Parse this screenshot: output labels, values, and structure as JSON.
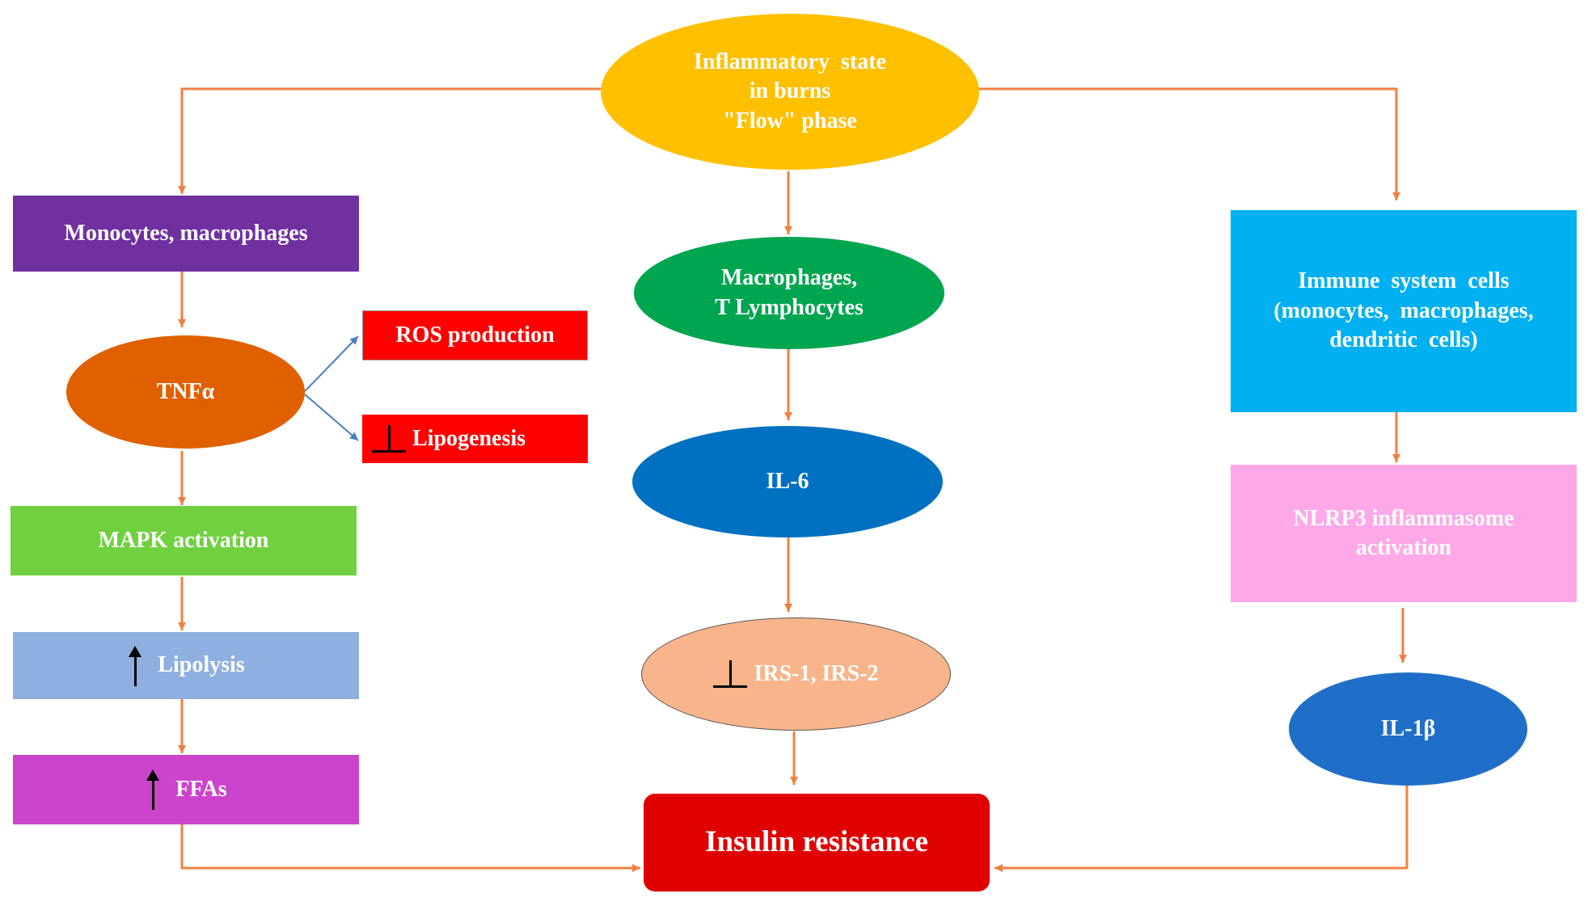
{
  "nodes": {
    "inflammatory_state": {
      "lines": [
        "Inflammatory  state",
        "in burns",
        "\"Flow\" phase"
      ],
      "color": "#FFC000"
    },
    "monocytes_macrophages": {
      "label": "Monocytes, macrophages",
      "color": "#7030A0"
    },
    "tnf_alpha": {
      "label": "TNFα",
      "color": "#E06000"
    },
    "ros_production": {
      "label": "ROS production",
      "color": "#FF0000"
    },
    "lipogenesis": {
      "label": "Lipogenesis",
      "symbol": "inhibition",
      "color": "#FF0000"
    },
    "mapk_activation": {
      "label": "MAPK activation",
      "color": "#70D040"
    },
    "lipolysis": {
      "label": "Lipolysis",
      "symbol": "increase",
      "color": "#8EB0E0"
    },
    "ffas": {
      "label": "FFAs",
      "symbol": "increase",
      "color": "#CC44CC"
    },
    "macrophages_t_lymphocytes": {
      "lines": [
        "Macrophages,",
        "T Lymphocytes"
      ],
      "color": "#00A550"
    },
    "il6": {
      "label": "IL-6",
      "color": "#0070C0"
    },
    "irs": {
      "label": "IRS-1, IRS-2",
      "symbol": "inhibition",
      "color": "#F8B48A"
    },
    "insulin_resistance": {
      "label": "Insulin resistance",
      "color": "#E00000"
    },
    "immune_cells": {
      "lines": [
        "Immune  system  cells",
        "(monocytes,  macrophages,",
        "dendritic  cells)"
      ],
      "color": "#00B0F0"
    },
    "nlrp3": {
      "lines": [
        "NLRP3 inflammasome",
        "activation"
      ],
      "color": "#FFA8E8"
    },
    "il1b": {
      "label": "IL-1β",
      "color": "#1F6FC8"
    }
  },
  "colors": {
    "orange_arrow": "#F08040",
    "blue_arrow": "#4A7FC0"
  }
}
